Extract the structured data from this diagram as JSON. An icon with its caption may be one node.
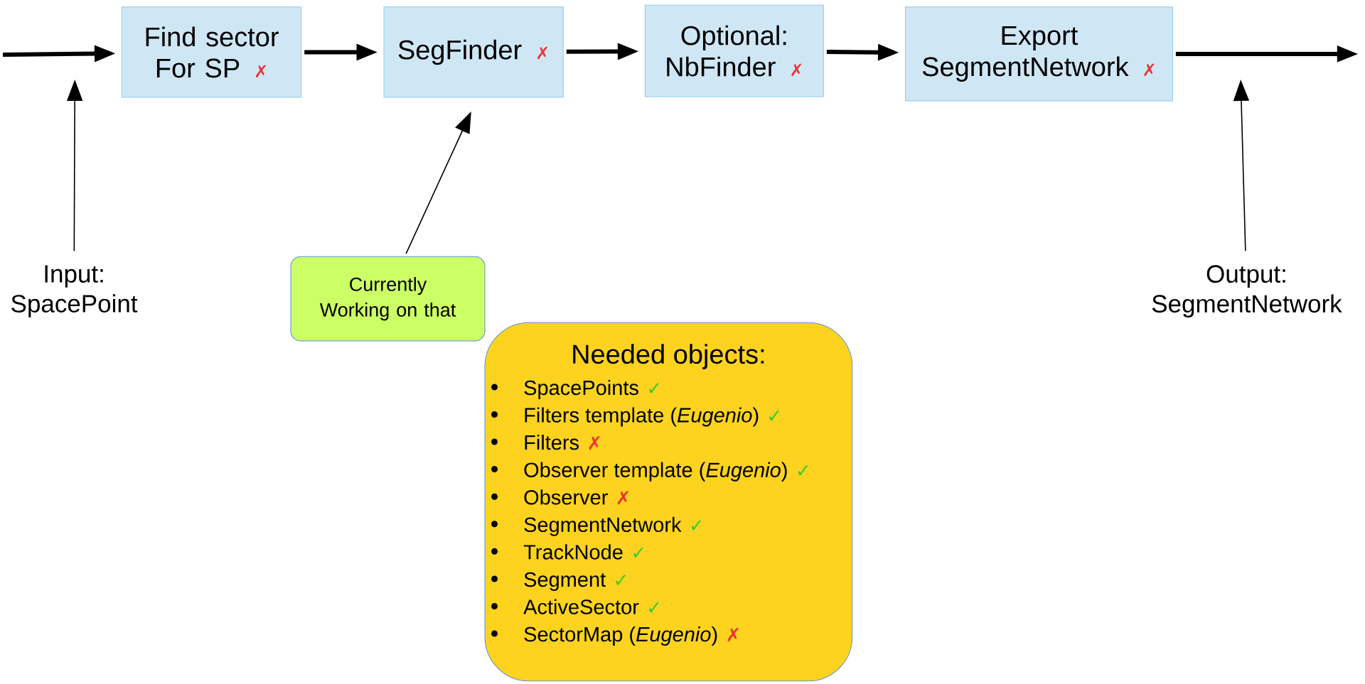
{
  "diagram": {
    "nodes": [
      {
        "text": [
          "Find sector For SP",
          "✗"
        ]
      },
      {
        "text": [
          "SegFinder",
          "✗"
        ]
      },
      {
        "text": [
          "Optional: NbFinder",
          "✗"
        ]
      },
      {
        "text": [
          "Export SegmentNetwork",
          "✗"
        ]
      },
      {
        "text": [
          "Input: SpacePoint"
        ]
      },
      {
        "text": [
          "Output: SegmentNetwork"
        ]
      },
      {
        "text": [
          "Currently Working on that"
        ]
      },
      {
        "text": [
          "Needed objects:",
          "SpacePoints",
          "✓",
          "Filters template (*Eugenio*)",
          "✓",
          "Filters",
          "✗",
          "Observer template (*Eugenio*)",
          "✓",
          "Observer",
          "✗",
          "SegmentNetwork",
          "✓",
          "TrackNode",
          "✓",
          "Segment",
          "✓",
          "ActiveSector",
          "✓",
          "SectorMap (*Eugenio*)",
          "✗"
        ]
      }
    ],
    "edges": [
      {
        "from": null,
        "to": 0,
        "arrow": "to"
      },
      {
        "from": 0,
        "to": 1,
        "arrow": "to"
      },
      {
        "from": 1,
        "to": 2,
        "arrow": "to"
      },
      {
        "from": 2,
        "to": 3,
        "arrow": "to"
      },
      {
        "from": 3,
        "to": null,
        "arrow": "to"
      },
      {
        "from": 4,
        "to": null,
        "arrow": "to"
      },
      {
        "from": 5,
        "to": null,
        "arrow": "to"
      },
      {
        "from": 6,
        "to": 1,
        "arrow": "to"
      }
    ]
  }
}
